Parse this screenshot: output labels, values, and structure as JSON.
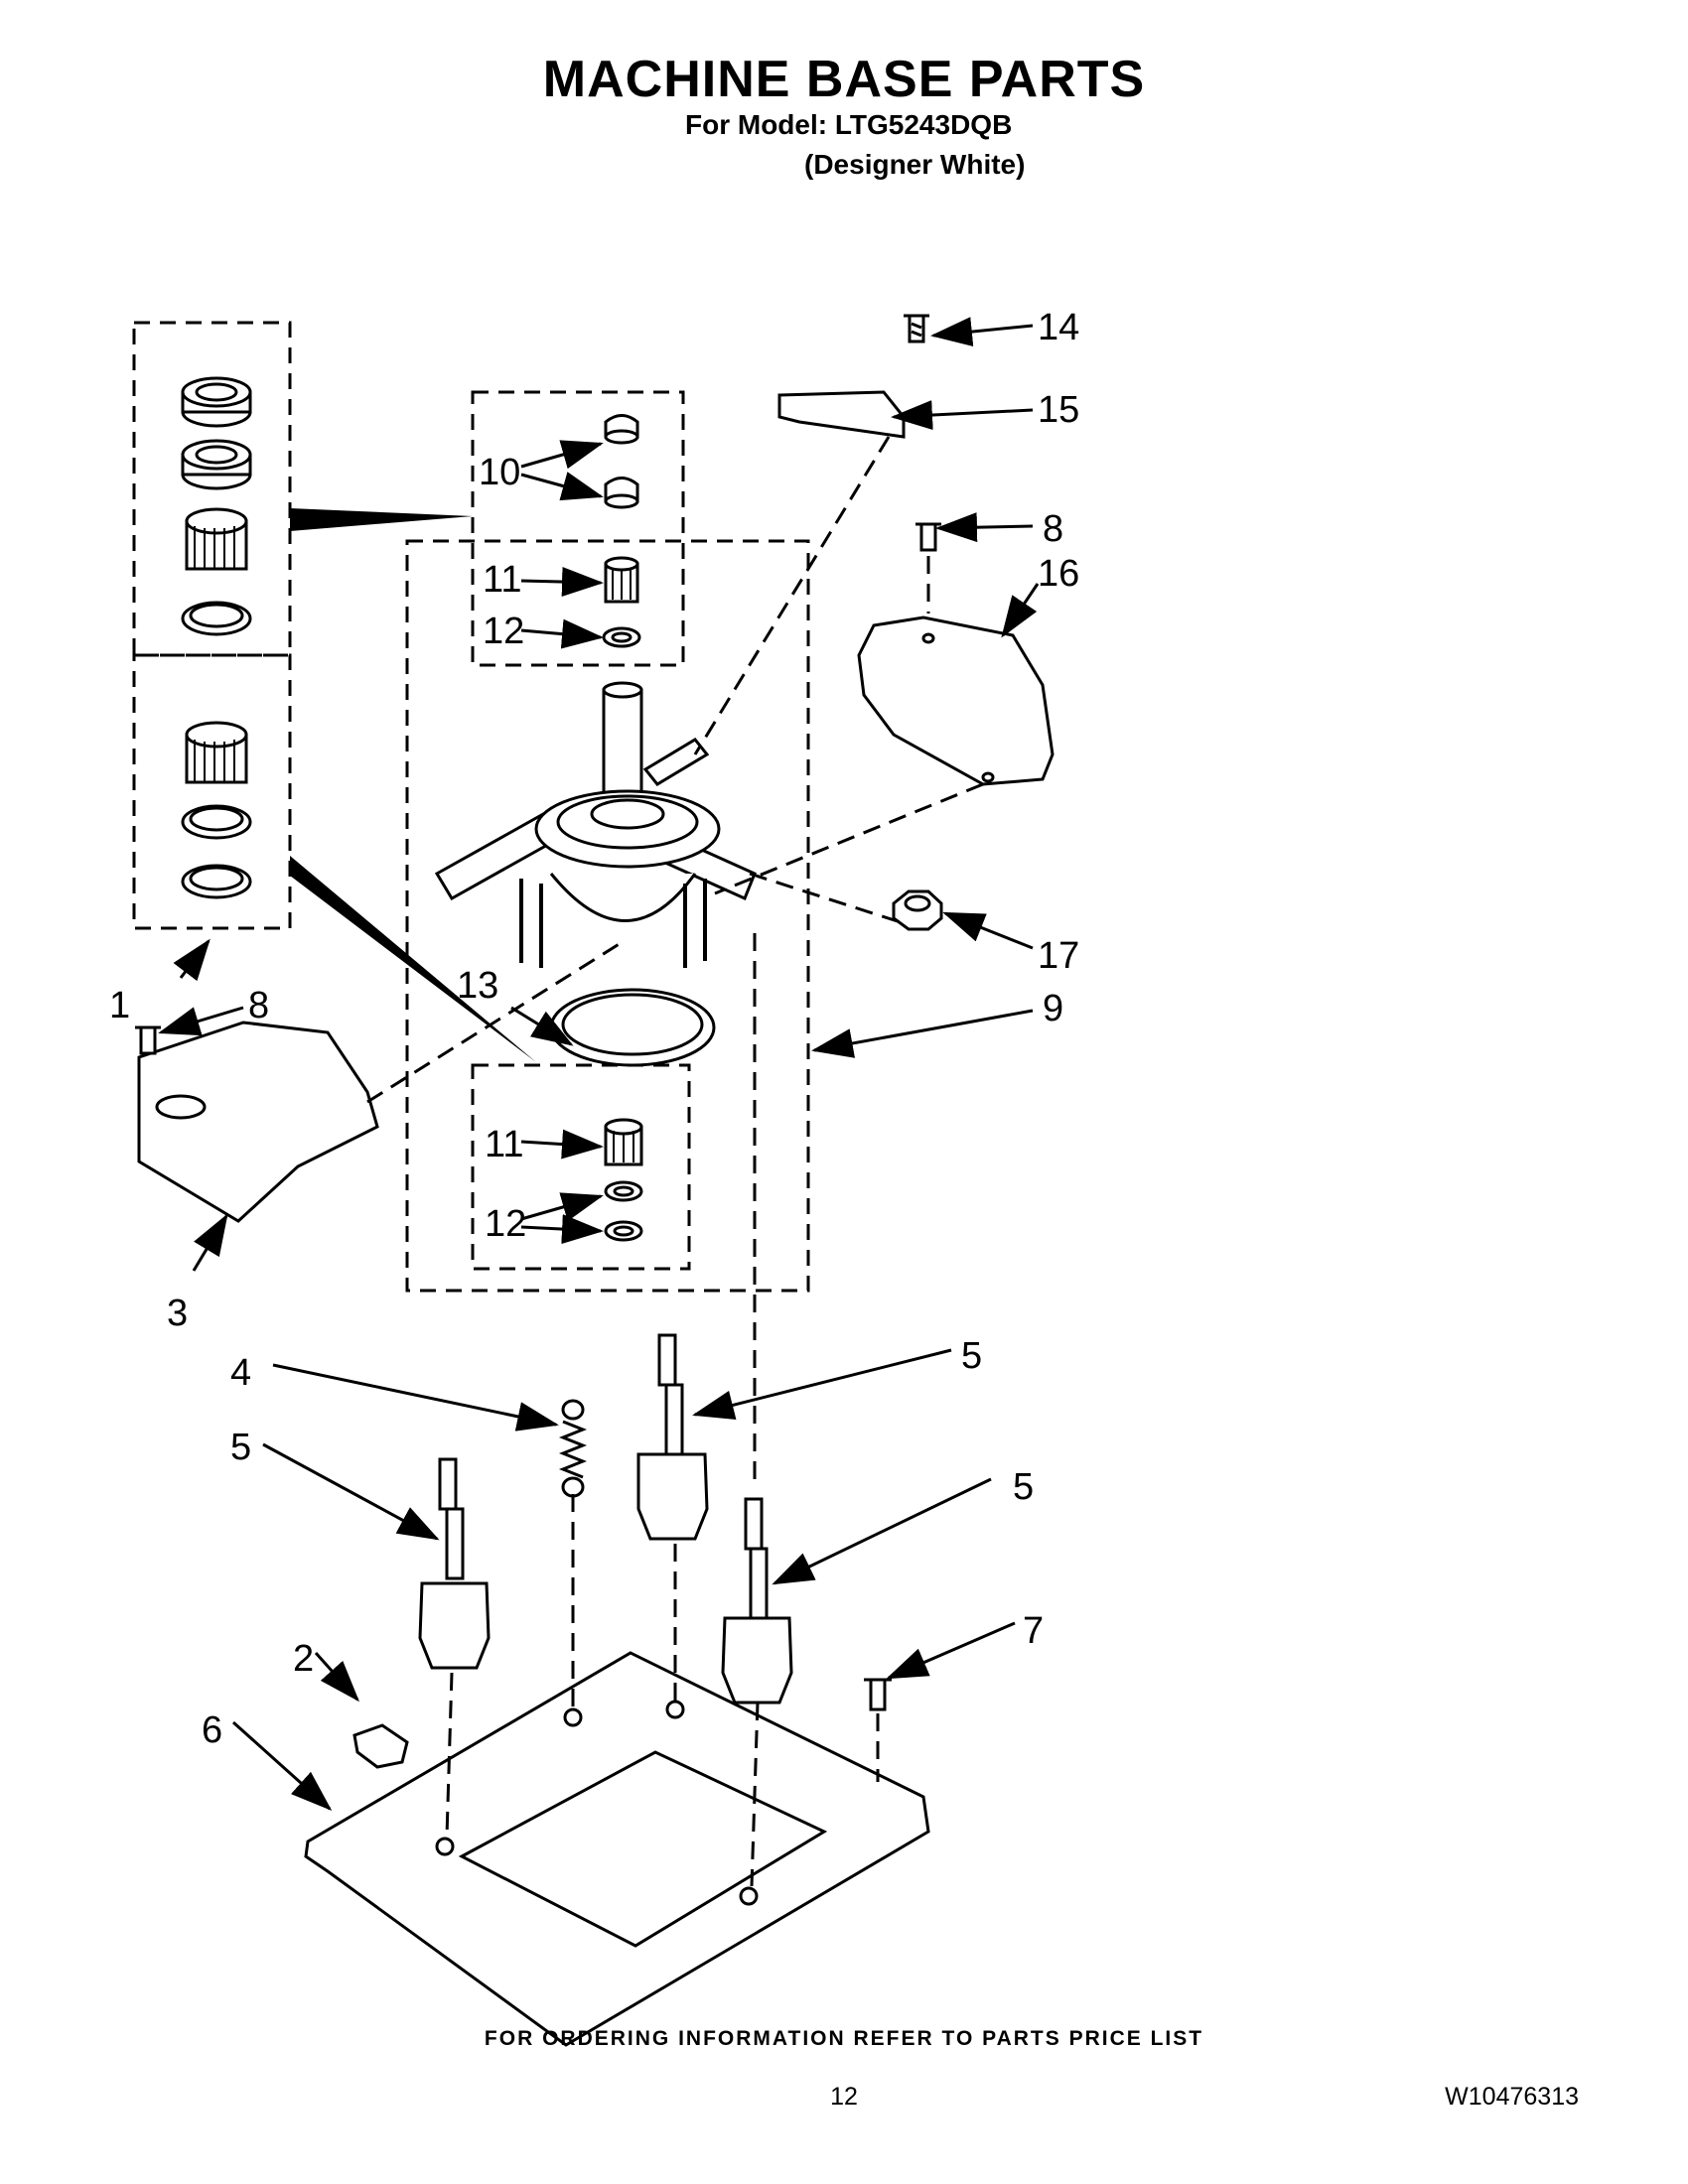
{
  "header": {
    "title": "MACHINE BASE PARTS",
    "model_line": "For Model: LTG5243DQB",
    "variant": "(Designer White)"
  },
  "callouts": {
    "c1": "1",
    "c2": "2",
    "c3": "3",
    "c4": "4",
    "c5a": "5",
    "c5b": "5",
    "c5c": "5",
    "c6": "6",
    "c7": "7",
    "c8a": "8",
    "c8b": "8",
    "c9": "9",
    "c10": "10",
    "c11a": "11",
    "c11b": "11",
    "c12a": "12",
    "c12b": "12",
    "c13": "13",
    "c14": "14",
    "c15": "15",
    "c16": "16",
    "c17": "17"
  },
  "footer": {
    "ordering_note": "FOR ORDERING INFORMATION REFER TO PARTS PRICE LIST",
    "page_number": "12",
    "document_number": "W10476313"
  }
}
